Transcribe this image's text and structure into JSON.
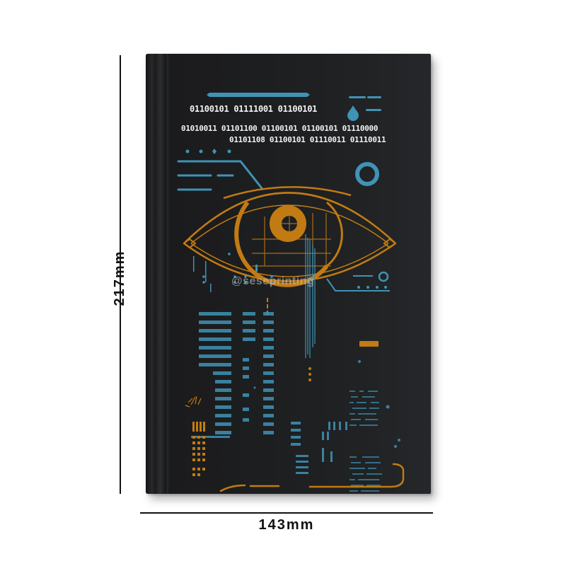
{
  "dimensions": {
    "height_label": "217mm",
    "width_label": "143mm"
  },
  "product": {
    "type": "hardcover notebook",
    "cover_color": "#1d1e20",
    "accent_blue": "#3f93b5",
    "accent_gold": "#c27b12",
    "binary_lines": [
      "01100101 01111001 01100101",
      "01010011 01101100 01100101 01100101 01110000",
      "01101108 01100101 01110011 01110011"
    ],
    "watermark": "@seseprinting"
  }
}
